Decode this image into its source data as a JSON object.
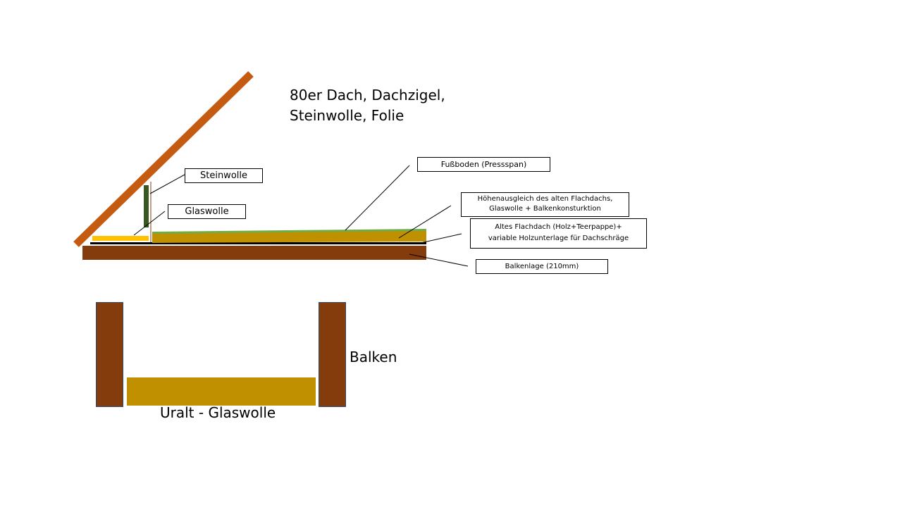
{
  "title": {
    "line1": "80er Dach, Dachzigel,",
    "line2": "Steinwolle, Folie"
  },
  "labels": {
    "steinwolle": "Steinwolle",
    "glaswolle": "Glaswolle",
    "fussboden": "Fußboden (Pressspan)",
    "hoehenausgleich_line1": "Höhenausgleich des alten Flachdachs,",
    "hoehenausgleich_line2": "Glaswolle + Balkenkonsturktion",
    "flachdach_line1": "Altes Flachdach (Holz+Teerpappe)+",
    "flachdach_line2": "variable Holzunterlage für Dachschräge",
    "balkenlage": "Balkenlage (210mm)"
  },
  "section": {
    "balken": "Balken",
    "glaswolle": "Uralt - Glaswolle"
  },
  "colors": {
    "roof_rafter": "#C55A11",
    "beam": "#843C0C",
    "beam_section": "#8B3E12",
    "glass_wool_old": "#C09000",
    "glass_wool_new": "#FFC000",
    "stone_wool": "#385723",
    "floor": "#70AD47",
    "filler": "#BF9000",
    "tar": "#000000"
  }
}
